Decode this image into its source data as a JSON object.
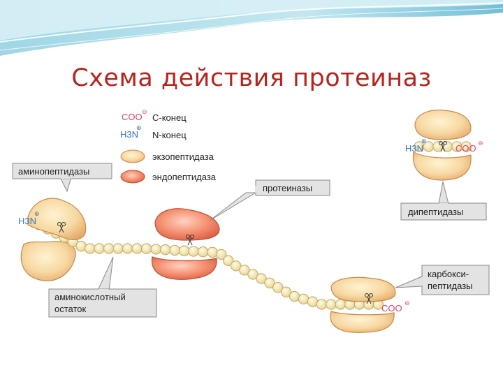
{
  "slide": {
    "title": "Схема действия протеиназ"
  },
  "legend": {
    "items": [
      {
        "symbol": "COO",
        "charge": "⊖",
        "text": "С-конец"
      },
      {
        "symbol": "H3N",
        "charge": "⊕",
        "text": "N-конец"
      },
      {
        "text": "экзопептидаза"
      },
      {
        "text": "эндопептидаза"
      }
    ]
  },
  "labels": {
    "aminopeptidases": "аминопептидазы",
    "proteinases": "протеиназы",
    "dipeptidases": "дипептидазы",
    "carboxy_line1": "карбокси-",
    "carboxy_line2": "пептидазы",
    "residue_line1": "аминокислотный",
    "residue_line2": "остаток"
  },
  "chem": {
    "n_end": "H3N",
    "c_end": "COO",
    "plus": "⊕",
    "minus": "⊖"
  },
  "colors": {
    "title": "#b8241d",
    "exo": "#f3ce96",
    "endo": "#ee7a5e",
    "bead": "#f4e7b4",
    "chem_red": "#e0406a",
    "chem_blue": "#3a78c0",
    "callout_bg": "#e3e3e3"
  }
}
